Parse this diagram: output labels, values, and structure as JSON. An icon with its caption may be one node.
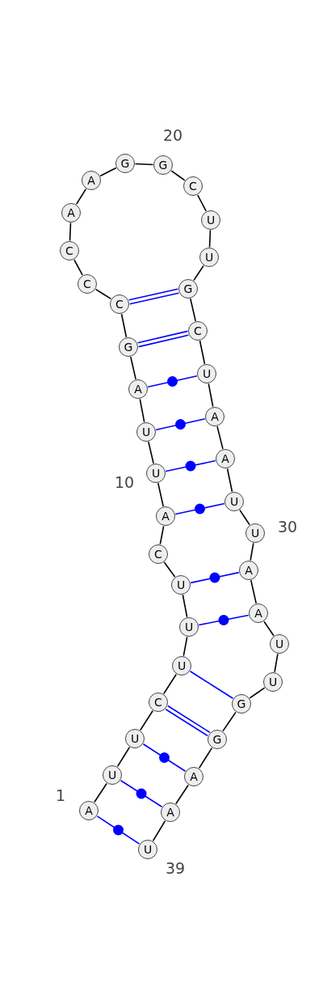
{
  "diagram": {
    "nodes": [
      {
        "text": [
          "A"
        ]
      },
      {
        "text": [
          "U"
        ]
      },
      {
        "text": [
          "U"
        ]
      },
      {
        "text": [
          "C"
        ]
      },
      {
        "text": [
          "U"
        ]
      },
      {
        "text": [
          "U"
        ]
      },
      {
        "text": [
          "U"
        ]
      },
      {
        "text": [
          "C"
        ]
      },
      {
        "text": [
          "A"
        ]
      },
      {
        "text": [
          "U"
        ]
      },
      {
        "text": [
          "U"
        ]
      },
      {
        "text": [
          "A"
        ]
      },
      {
        "text": [
          "G"
        ]
      },
      {
        "text": [
          "C"
        ]
      },
      {
        "text": [
          "C"
        ]
      },
      {
        "text": [
          "C"
        ]
      },
      {
        "text": [
          "A"
        ]
      },
      {
        "text": [
          "A"
        ]
      },
      {
        "text": [
          "G"
        ]
      },
      {
        "text": [
          "G"
        ]
      },
      {
        "text": [
          "C"
        ]
      },
      {
        "text": [
          "U"
        ]
      },
      {
        "text": [
          "U"
        ]
      },
      {
        "text": [
          "G"
        ]
      },
      {
        "text": [
          "C"
        ]
      },
      {
        "text": [
          "U"
        ]
      },
      {
        "text": [
          "A"
        ]
      },
      {
        "text": [
          "A"
        ]
      },
      {
        "text": [
          "U"
        ]
      },
      {
        "text": [
          "U"
        ]
      },
      {
        "text": [
          "A"
        ]
      },
      {
        "text": [
          "A"
        ]
      },
      {
        "text": [
          "U"
        ]
      },
      {
        "text": [
          "U"
        ]
      },
      {
        "text": [
          "G"
        ]
      },
      {
        "text": [
          "G"
        ]
      },
      {
        "text": [
          "A"
        ]
      },
      {
        "text": [
          "A"
        ]
      },
      {
        "text": [
          "U"
        ]
      }
    ],
    "edges": [
      {
        "from": 0,
        "to": 1,
        "arrow": "none"
      },
      {
        "from": 1,
        "to": 2,
        "arrow": "none"
      },
      {
        "from": 2,
        "to": 3,
        "arrow": "none"
      },
      {
        "from": 3,
        "to": 4,
        "arrow": "none"
      },
      {
        "from": 4,
        "to": 5,
        "arrow": "none"
      },
      {
        "from": 5,
        "to": 6,
        "arrow": "none"
      },
      {
        "from": 6,
        "to": 7,
        "arrow": "none"
      },
      {
        "from": 7,
        "to": 8,
        "arrow": "none"
      },
      {
        "from": 8,
        "to": 9,
        "arrow": "none"
      },
      {
        "from": 9,
        "to": 10,
        "arrow": "none"
      },
      {
        "from": 10,
        "to": 11,
        "arrow": "none"
      },
      {
        "from": 11,
        "to": 12,
        "arrow": "none"
      },
      {
        "from": 12,
        "to": 13,
        "arrow": "none"
      },
      {
        "from": 13,
        "to": 14,
        "arrow": "none"
      },
      {
        "from": 14,
        "to": 15,
        "arrow": "none"
      },
      {
        "from": 15,
        "to": 16,
        "arrow": "none"
      },
      {
        "from": 16,
        "to": 17,
        "arrow": "none"
      },
      {
        "from": 17,
        "to": 18,
        "arrow": "none"
      },
      {
        "from": 18,
        "to": 19,
        "arrow": "none"
      },
      {
        "from": 19,
        "to": 20,
        "arrow": "none"
      },
      {
        "from": 20,
        "to": 21,
        "arrow": "none"
      },
      {
        "from": 21,
        "to": 22,
        "arrow": "none"
      },
      {
        "from": 22,
        "to": 23,
        "arrow": "none"
      },
      {
        "from": 23,
        "to": 24,
        "arrow": "none"
      },
      {
        "from": 24,
        "to": 25,
        "arrow": "none"
      },
      {
        "from": 25,
        "to": 26,
        "arrow": "none"
      },
      {
        "from": 26,
        "to": 27,
        "arrow": "none"
      },
      {
        "from": 27,
        "to": 28,
        "arrow": "none"
      },
      {
        "from": 28,
        "to": 29,
        "arrow": "none"
      },
      {
        "from": 29,
        "to": 30,
        "arrow": "none"
      },
      {
        "from": 30,
        "to": 31,
        "arrow": "none"
      },
      {
        "from": 31,
        "to": 32,
        "arrow": "none"
      },
      {
        "from": 32,
        "to": 33,
        "arrow": "none"
      },
      {
        "from": 33,
        "to": 34,
        "arrow": "none"
      },
      {
        "from": 34,
        "to": 35,
        "arrow": "none"
      },
      {
        "from": 35,
        "to": 36,
        "arrow": "none"
      },
      {
        "from": 36,
        "to": 37,
        "arrow": "none"
      },
      {
        "from": 37,
        "to": 38,
        "arrow": "none"
      },
      {
        "from": 0,
        "to": 38,
        "arrow": "none",
        "color": "#0000ff"
      },
      {
        "from": 1,
        "to": 37,
        "arrow": "none",
        "color": "#0000ff"
      },
      {
        "from": 2,
        "to": 36,
        "arrow": "none",
        "color": "#0000ff"
      },
      {
        "from": 3,
        "to": 35,
        "arrow": "none",
        "color": "#0000ff"
      },
      {
        "from": 4,
        "to": 34,
        "arrow": "none",
        "color": "#0000ff"
      },
      {
        "from": 5,
        "to": 31,
        "arrow": "none",
        "color": "#0000ff"
      },
      {
        "from": 6,
        "to": 30,
        "arrow": "none",
        "color": "#0000ff"
      },
      {
        "from": 8,
        "to": 28,
        "arrow": "none",
        "color": "#0000ff"
      },
      {
        "from": 9,
        "to": 27,
        "arrow": "none",
        "color": "#0000ff"
      },
      {
        "from": 10,
        "to": 26,
        "arrow": "none",
        "color": "#0000ff"
      },
      {
        "from": 11,
        "to": 25,
        "arrow": "none",
        "color": "#0000ff"
      },
      {
        "from": 12,
        "to": 24,
        "arrow": "none",
        "color": "#0000ff"
      },
      {
        "from": 13,
        "to": 23,
        "arrow": "none",
        "color": "#0000ff"
      }
    ],
    "labels": [
      "20",
      "10",
      "30",
      "1",
      "39"
    ]
  }
}
